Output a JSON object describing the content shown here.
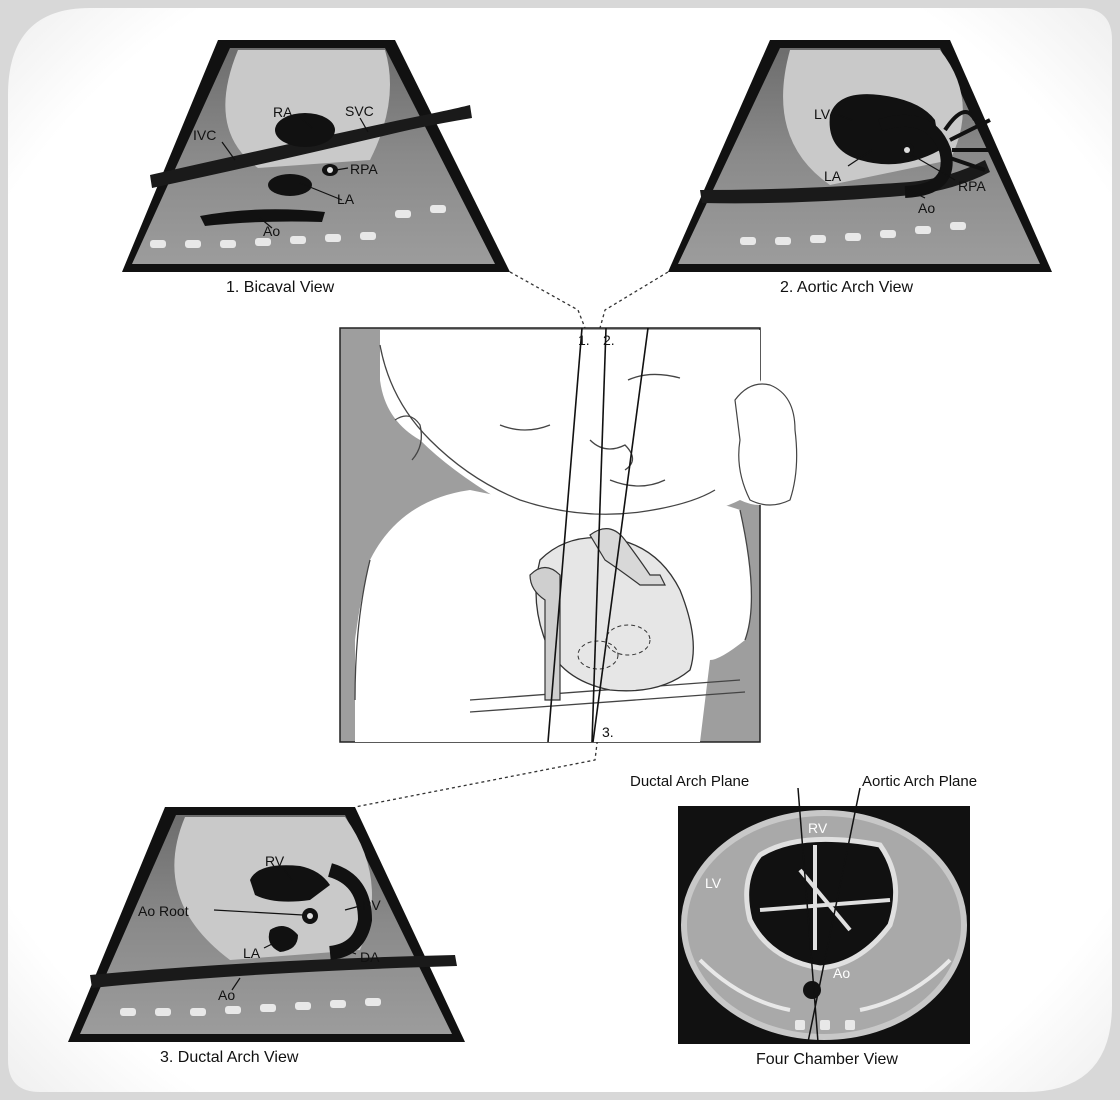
{
  "bicaval": {
    "caption": "1.  Bicaval View",
    "labels": {
      "ra": "RA",
      "svc": "SVC",
      "ivc": "IVC",
      "rpa": "RPA",
      "la": "LA",
      "ao": "Ao"
    }
  },
  "aortic": {
    "caption": "2.  Aortic Arch View",
    "labels": {
      "lv": "LV",
      "la": "LA",
      "rpa": "RPA",
      "ao": "Ao"
    }
  },
  "ductal": {
    "caption": "3.  Ductal Arch View",
    "labels": {
      "rv": "RV",
      "ao_root": "Ao Root",
      "pv": "PV",
      "la": "LA",
      "da": "DA",
      "ao": "Ao"
    }
  },
  "four_chamber": {
    "caption": "Four Chamber View",
    "ductal_plane": "Ductal Arch Plane",
    "aortic_plane": "Aortic Arch Plane",
    "labels": {
      "rv": "RV",
      "lv": "LV",
      "ao": "Ao"
    }
  },
  "center": {
    "plane_1": "1.",
    "plane_2": "2.",
    "plane_3": "3."
  }
}
